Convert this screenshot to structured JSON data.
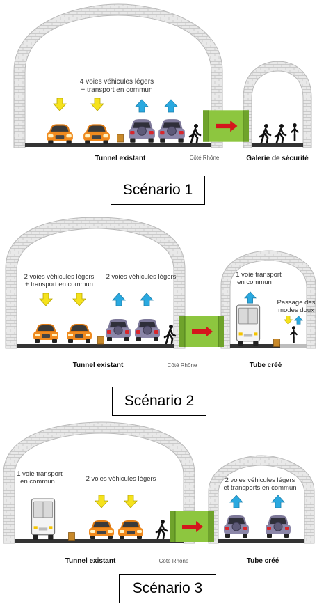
{
  "colors": {
    "stone": "#e9e9e9",
    "stone_line": "#b9b9b9",
    "road": "#333333",
    "arrow_down": "#f5e21c",
    "arrow_up": "#2aa9e0",
    "car_orange": "#f08a1e",
    "suv": "#8b86a8",
    "link_green": "#8dc63f",
    "link_arrow": "#d4161c",
    "bus": "#f4f4f4"
  },
  "icons": [
    "car-front-icon",
    "car-rear-icon",
    "bus-icon",
    "pedestrian-icon",
    "cyclist-icon",
    "down-arrow-icon",
    "up-arrow-icon",
    "red-arrow-icon",
    "box-icon"
  ],
  "scenario1": {
    "box_label": "Scénario 1",
    "main_lane_line1": "4 voies véhicules légers",
    "main_lane_line2": "+ transport en commun",
    "main_tunnel": "Tunnel existant",
    "side_label": "Côté Rhône",
    "small_tunnel": "Galerie de sécurité"
  },
  "scenario2": {
    "box_label": "Scénario 2",
    "left_lane_line1": "2 voies véhicules légers",
    "left_lane_line2": "+ transport en commun",
    "right_lane": "2 voies véhicules légers",
    "main_tunnel": "Tunnel existant",
    "side_label": "Côté Rhône",
    "tube_lane_line1": "1 voie transport",
    "tube_lane_line2": "en commun",
    "soft_line1": "Passage des",
    "soft_line2": "modes doux",
    "small_tunnel": "Tube créé"
  },
  "scenario3": {
    "box_label": "Scénario 3",
    "left_lane_line1": "1 voie transport",
    "left_lane_line2": "en commun",
    "right_lane": "2 voies véhicules légers",
    "main_tunnel": "Tunnel existant",
    "side_label": "Côté Rhône",
    "tube_lane_line1": "2 voies véhicules légers",
    "tube_lane_line2": "et transports en commun",
    "small_tunnel": "Tube créé"
  }
}
